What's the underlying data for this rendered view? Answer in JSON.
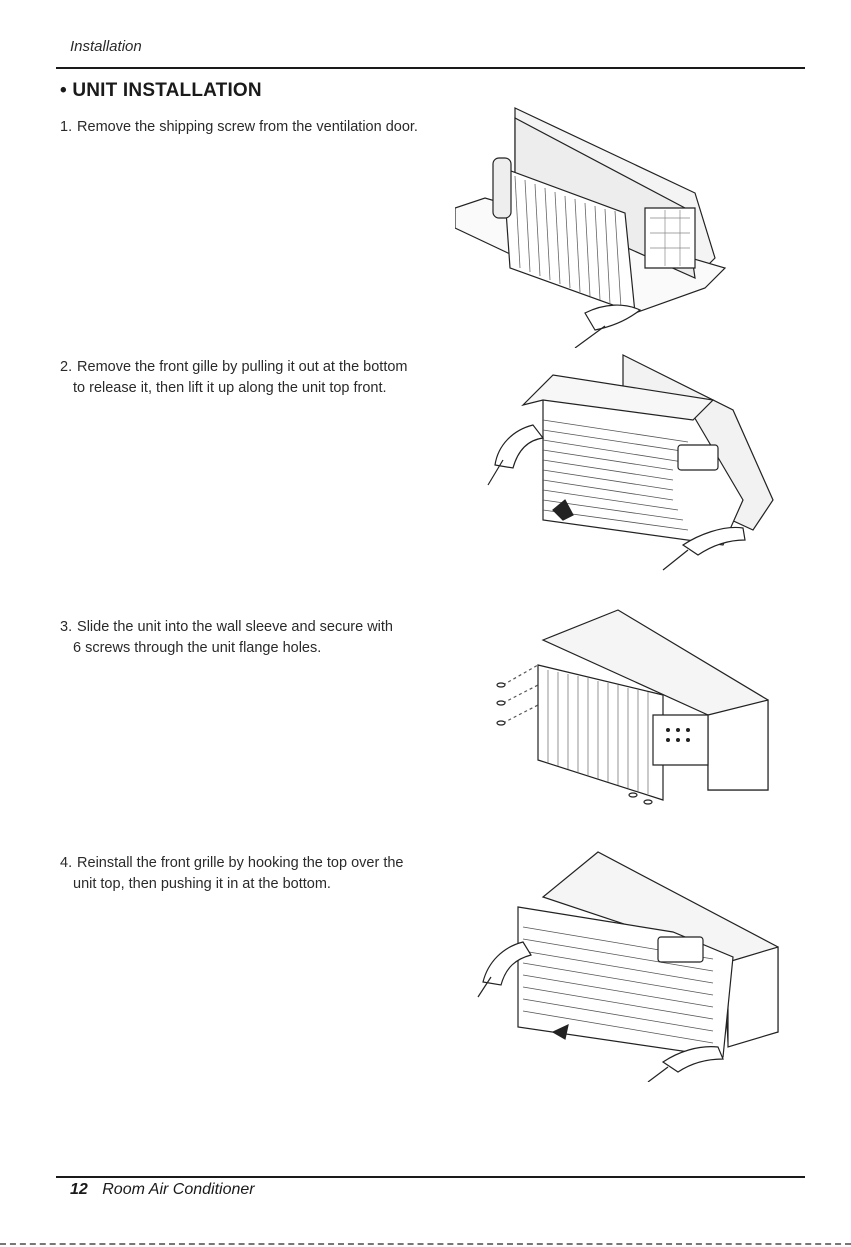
{
  "header": {
    "section": "Installation"
  },
  "title": "• UNIT INSTALLATION",
  "steps": [
    {
      "num": "1.",
      "line1": "Remove the shipping screw from the ventilation door.",
      "line2": ""
    },
    {
      "num": "2.",
      "line1": "Remove the front gille by pulling it out at the bottom",
      "line2": "to release it, then lift it up along the unit top front."
    },
    {
      "num": "3.",
      "line1": "Slide the unit into the wall sleeve and secure with",
      "line2": "6 screws through the unit flange holes."
    },
    {
      "num": "4.",
      "line1": "Reinstall the front grille by hooking the top over the",
      "line2": "unit top, then pushing it in at the bottom."
    }
  ],
  "footer": {
    "page_number": "12",
    "title": "Room Air Conditioner"
  }
}
